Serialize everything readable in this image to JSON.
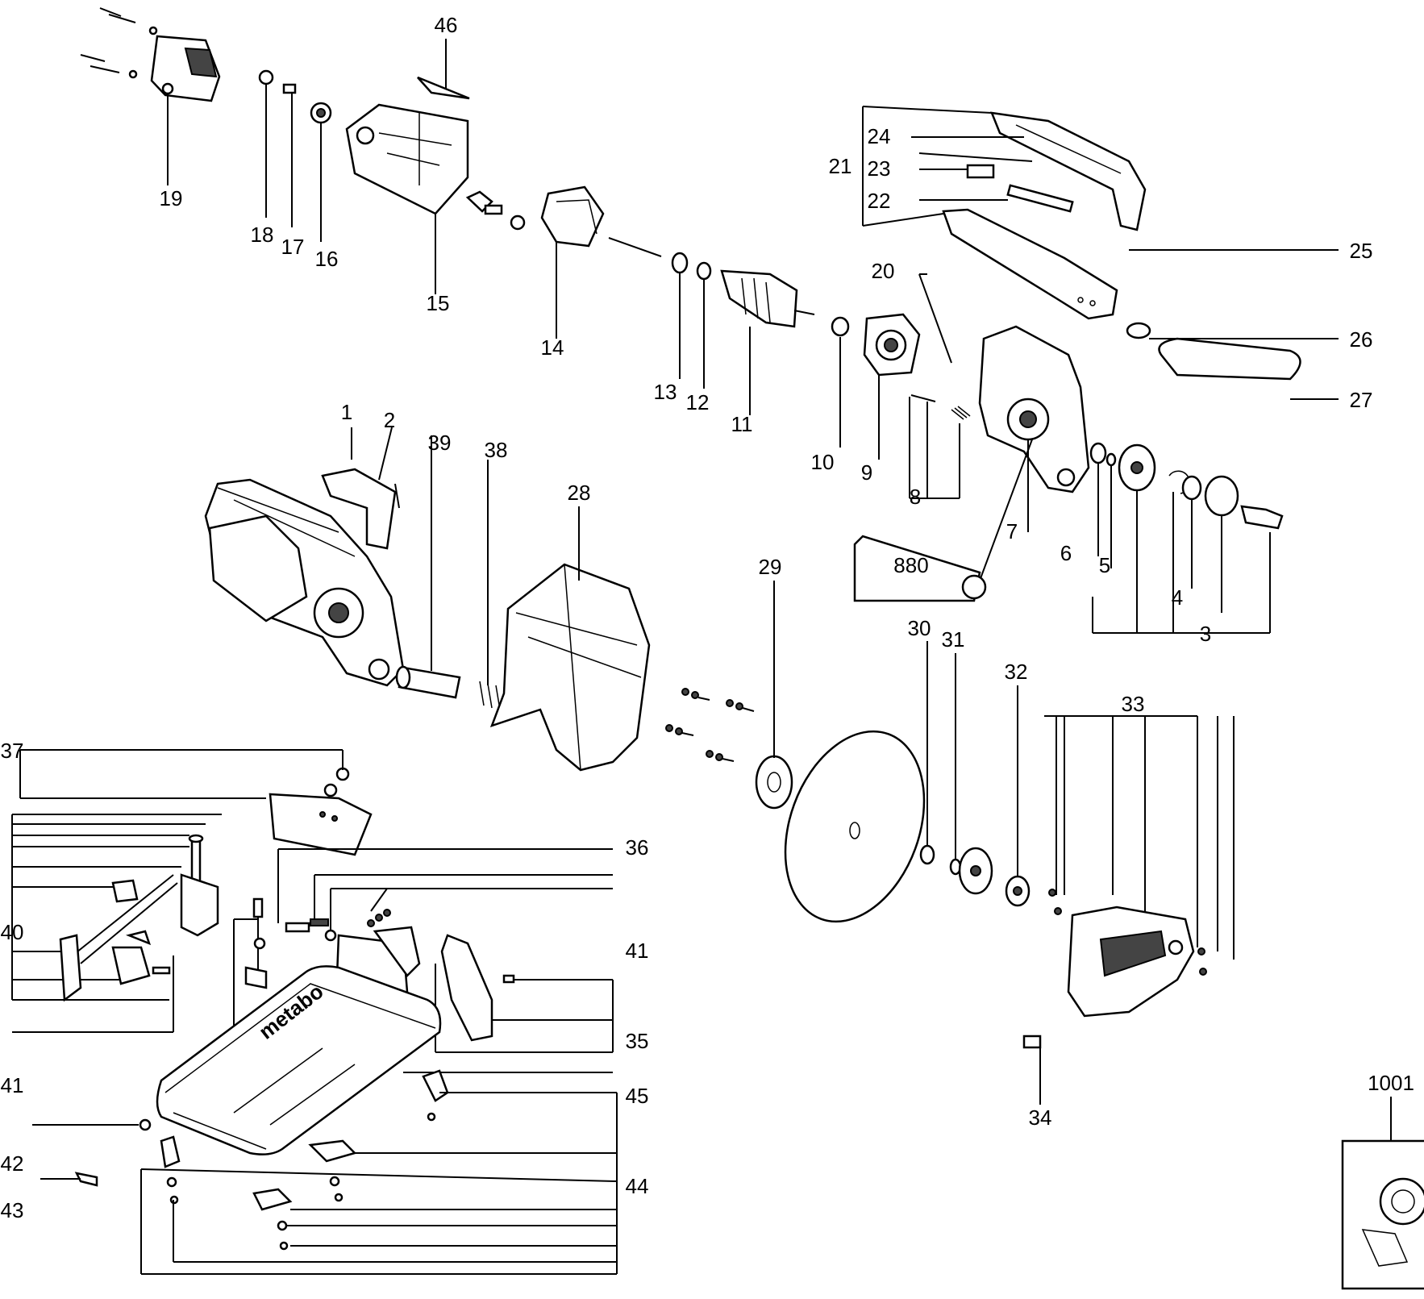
{
  "diagram": {
    "part_numbers": [
      "1",
      "2",
      "3",
      "4",
      "5",
      "6",
      "7",
      "8",
      "9",
      "10",
      "11",
      "12",
      "13",
      "14",
      "15",
      "16",
      "17",
      "18",
      "19",
      "20",
      "21",
      "22",
      "23",
      "24",
      "25",
      "26",
      "27",
      "28",
      "29",
      "30",
      "31",
      "32",
      "33",
      "34",
      "35",
      "36",
      "37",
      "38",
      "39",
      "40",
      "41",
      "41",
      "42",
      "43",
      "44",
      "45",
      "46",
      "1001"
    ],
    "embossed_text": {
      "brand": "metabo",
      "tube_label": "880"
    }
  },
  "colors": {
    "line": "#000000",
    "background": "#ffffff",
    "fill_dark": "#444444"
  }
}
